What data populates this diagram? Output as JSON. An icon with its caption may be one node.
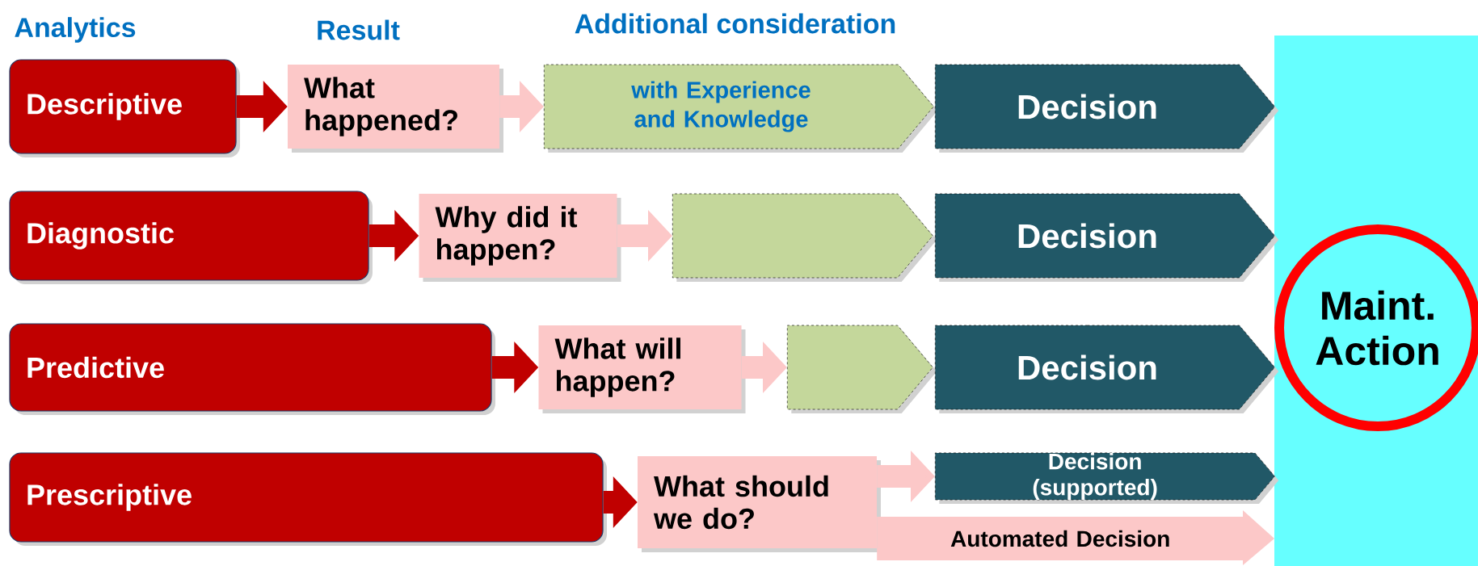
{
  "diagram": {
    "nodes": [
      {
        "text": [
          "Descriptive"
        ]
      },
      {
        "text": [
          "What happened?"
        ]
      },
      {
        "text": [
          "with Experience and Knowledge"
        ]
      },
      {
        "text": [
          "Decision"
        ]
      },
      {
        "text": [
          "Diagnostic"
        ]
      },
      {
        "text": [
          "Why did it happen?"
        ]
      },
      {
        "text": [],
        "shape": "pentagon"
      },
      {
        "text": [
          "Decision"
        ]
      },
      {
        "text": [
          "Predictive"
        ]
      },
      {
        "text": [
          "What will happen?"
        ]
      },
      {
        "text": [],
        "shape": "pentagon"
      },
      {
        "text": [
          "Decision"
        ]
      },
      {
        "text": [
          "Prescriptive"
        ]
      },
      {
        "text": [
          "What should we do?"
        ]
      },
      {
        "text": [
          "Decision (supported)"
        ]
      },
      {
        "text": [
          "Automated Decision"
        ]
      },
      {
        "text": [
          "Maint. Action"
        ]
      }
    ],
    "edges": [
      {
        "from": 0,
        "to": 1,
        "arrow": "to",
        "color": "#c00000"
      },
      {
        "from": 1,
        "to": 2,
        "arrow": "to",
        "color": "#fcc8c8"
      },
      {
        "from": 4,
        "to": 5,
        "arrow": "to",
        "color": "#c00000"
      },
      {
        "from": 5,
        "to": 6,
        "arrow": "to",
        "color": "#fcc8c8"
      },
      {
        "from": 8,
        "to": 9,
        "arrow": "to",
        "color": "#c00000"
      },
      {
        "from": 9,
        "to": 10,
        "arrow": "to",
        "color": "#fcc8c8"
      },
      {
        "from": 12,
        "to": 13,
        "arrow": "to",
        "color": "#c00000"
      },
      {
        "from": 13,
        "to": 14,
        "arrow": "to",
        "color": "#fcc8c8"
      }
    ],
    "labels": [
      "Analytics",
      "Result",
      "Additional consideration"
    ]
  }
}
